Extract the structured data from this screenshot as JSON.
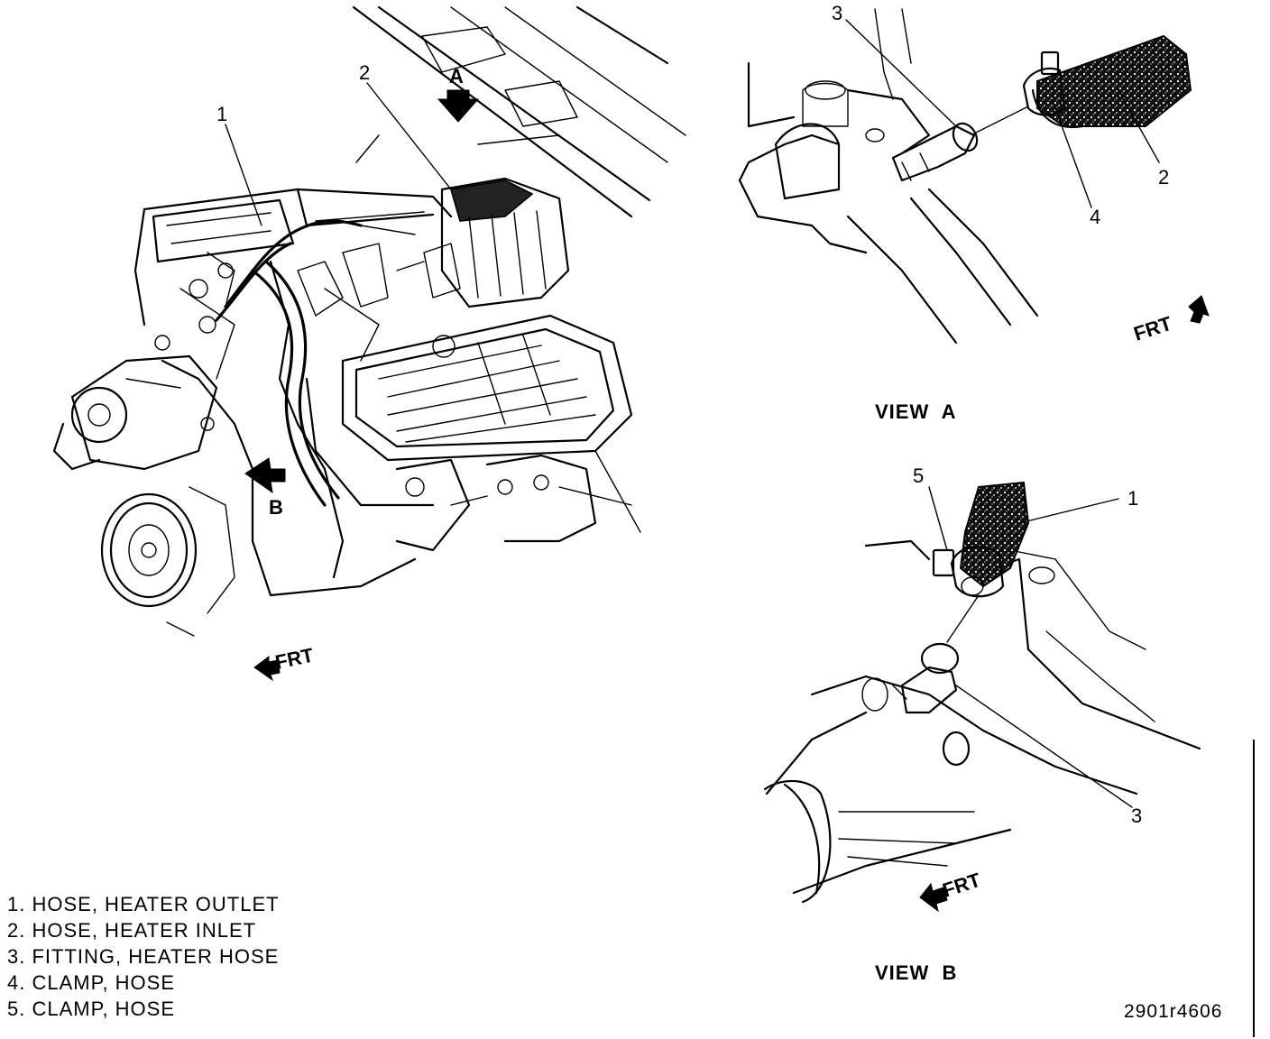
{
  "legend": [
    {
      "number": "1.",
      "text": "HOSE, HEATER OUTLET"
    },
    {
      "number": "2.",
      "text": "HOSE, HEATER INLET"
    },
    {
      "number": "3.",
      "text": "FITTING, HEATER HOSE"
    },
    {
      "number": "4.",
      "text": "CLAMP, HOSE"
    },
    {
      "number": "5.",
      "text": "CLAMP, HOSE"
    }
  ],
  "main_view": {
    "callout_1": "1",
    "callout_2": "2",
    "view_arrow_a": "A",
    "view_arrow_b": "B",
    "front_label": "FRT"
  },
  "view_a": {
    "title": "VIEW  A",
    "callout_3": "3",
    "callout_2": "2",
    "callout_4": "4",
    "front_label": "FRT"
  },
  "view_b": {
    "title": "VIEW  B",
    "callout_5": "5",
    "callout_1": "1",
    "callout_3": "3",
    "front_label": "FRT"
  },
  "figure_id": "2901r4606"
}
